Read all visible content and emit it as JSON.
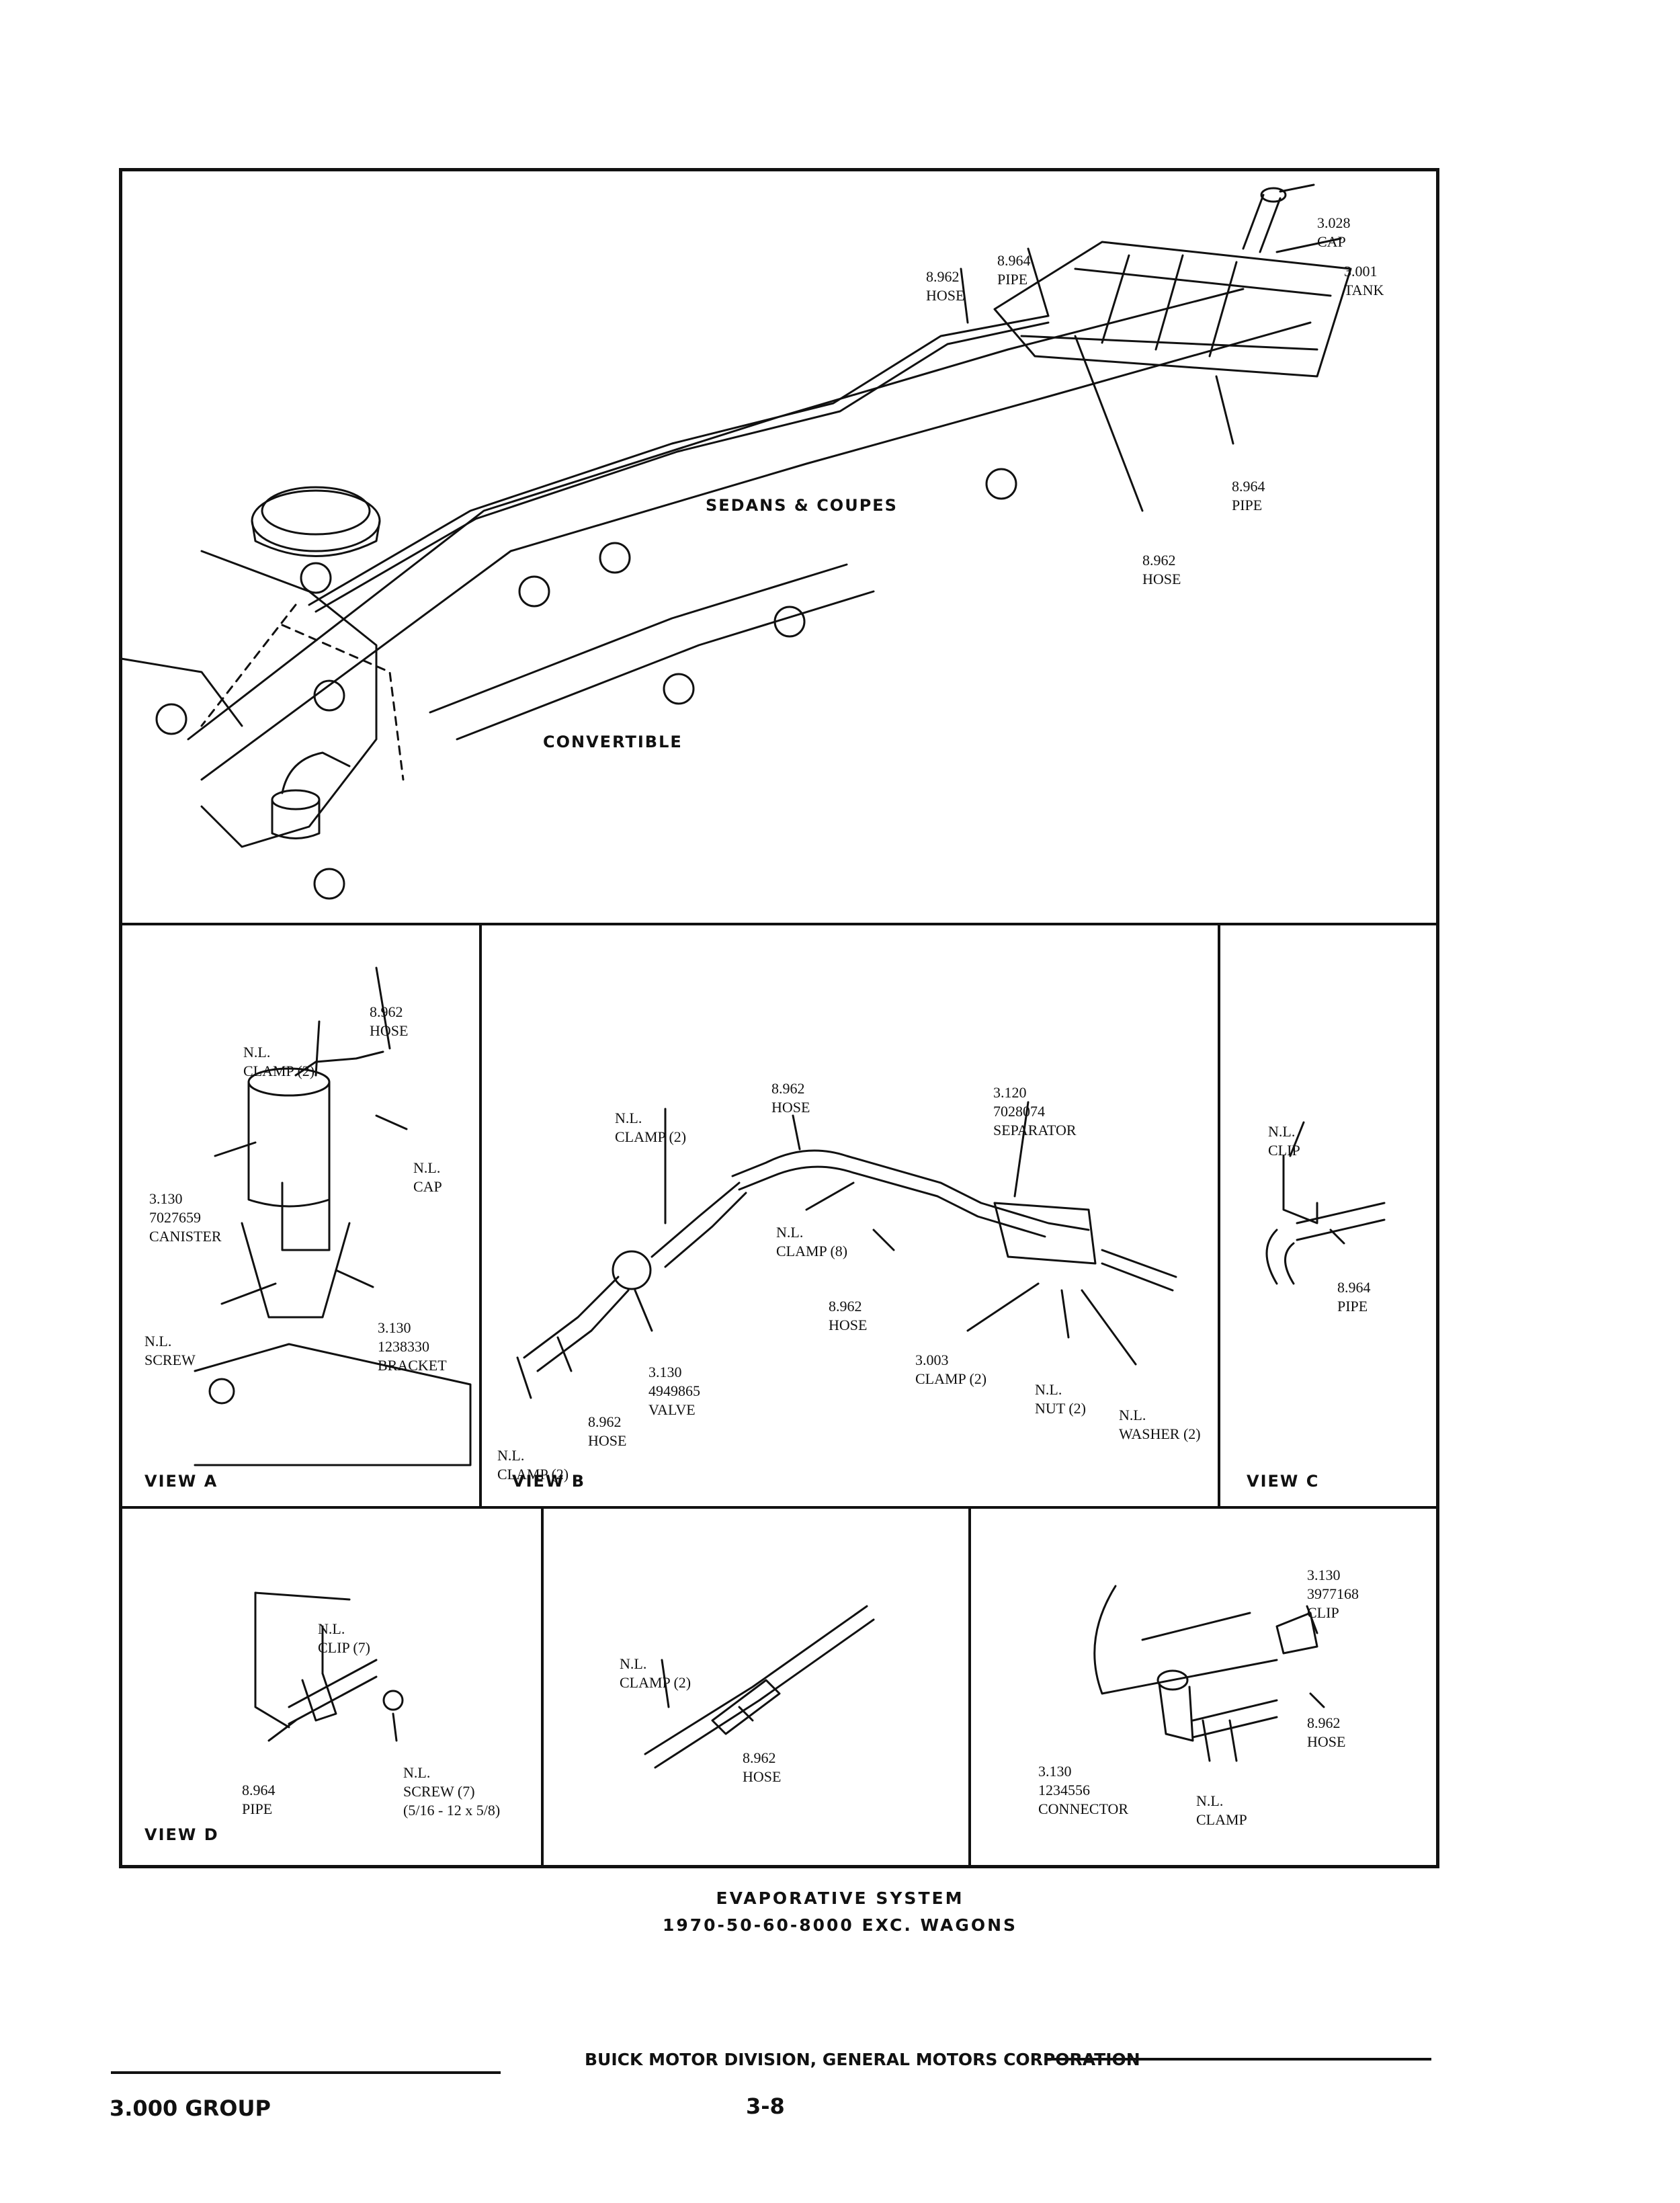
{
  "main_view": {
    "section_labels": {
      "sedans": "SEDANS & COUPES",
      "convertible": "CONVERTIBLE"
    },
    "callouts": [
      {
        "num": "3.028",
        "name": "CAP"
      },
      {
        "num": "3.001",
        "name": "TANK"
      },
      {
        "num": "8.962",
        "name": "HOSE"
      },
      {
        "num": "8.964",
        "name": "PIPE"
      },
      {
        "num": "8.964",
        "name": "PIPE"
      },
      {
        "num": "8.962",
        "name": "HOSE"
      }
    ]
  },
  "view_a": {
    "title": "VIEW A",
    "callouts": [
      {
        "num": "8.962",
        "name": "HOSE"
      },
      {
        "num": "N.L.",
        "name": "CLAMP (2)"
      },
      {
        "num": "N.L.",
        "name": "CAP"
      },
      {
        "num": "3.130",
        "part": "7027659",
        "name": "CANISTER"
      },
      {
        "num": "N.L.",
        "name": "SCREW"
      },
      {
        "num": "3.130",
        "part": "1238330",
        "name": "BRACKET"
      }
    ]
  },
  "view_b": {
    "title": "VIEW B",
    "callouts": [
      {
        "num": "8.962",
        "name": "HOSE"
      },
      {
        "num": "3.120",
        "part": "7028074",
        "name": "SEPARATOR"
      },
      {
        "num": "N.L.",
        "name": "CLAMP (2)"
      },
      {
        "num": "N.L.",
        "name": "CLAMP (8)"
      },
      {
        "num": "8.962",
        "name": "HOSE"
      },
      {
        "num": "3.003",
        "name": "CLAMP (2)"
      },
      {
        "num": "3.130",
        "part": "4949865",
        "name": "VALVE"
      },
      {
        "num": "N.L.",
        "name": "NUT (2)"
      },
      {
        "num": "N.L.",
        "name": "WASHER (2)"
      },
      {
        "num": "8.962",
        "name": "HOSE"
      },
      {
        "num": "N.L.",
        "name": "CLAMP (2)"
      }
    ]
  },
  "view_c": {
    "title": "VIEW C",
    "callouts": [
      {
        "num": "N.L.",
        "name": "CLIP"
      },
      {
        "num": "8.964",
        "name": "PIPE"
      }
    ]
  },
  "view_d": {
    "title": "VIEW D",
    "callouts": [
      {
        "num": "N.L.",
        "name": "CLIP (7)"
      },
      {
        "num": "8.964",
        "name": "PIPE"
      },
      {
        "num": "N.L.",
        "name": "SCREW (7)",
        "extra": "(5/16 - 12 x 5/8)"
      }
    ]
  },
  "view_e": {
    "callouts": [
      {
        "num": "N.L.",
        "name": "CLAMP (2)"
      },
      {
        "num": "8.962",
        "name": "HOSE"
      }
    ]
  },
  "view_f": {
    "callouts": [
      {
        "num": "3.130",
        "part": "3977168",
        "name": "CLIP"
      },
      {
        "num": "8.962",
        "name": "HOSE"
      },
      {
        "num": "3.130",
        "part": "1234556",
        "name": "CONNECTOR"
      },
      {
        "num": "N.L.",
        "name": "CLAMP"
      }
    ]
  },
  "caption": {
    "line1": "EVAPORATIVE SYSTEM",
    "line2": "1970-50-60-8000 EXC. WAGONS"
  },
  "footer": {
    "division": "BUICK MOTOR DIVISION, GENERAL MOTORS CORPORATION",
    "group": "3.000 GROUP",
    "page": "3-8"
  }
}
